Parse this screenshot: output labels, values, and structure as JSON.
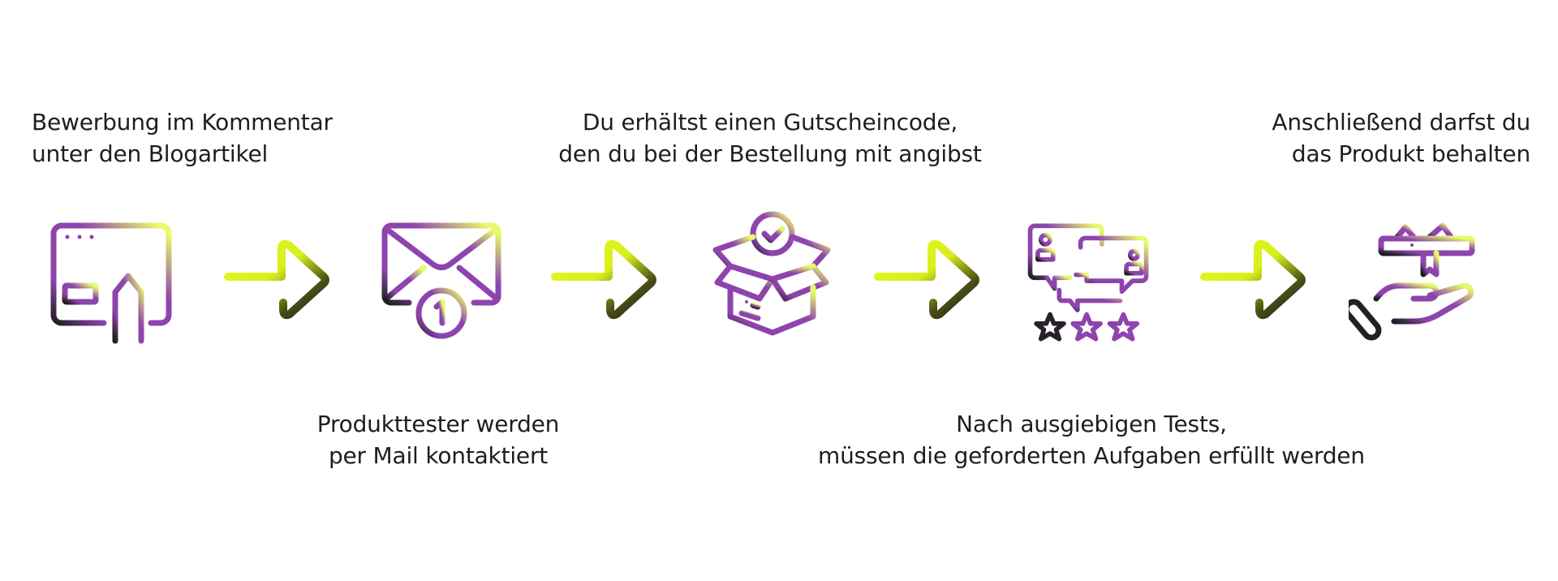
{
  "diagram": {
    "type": "process-flow",
    "steps": [
      {
        "index": 1,
        "icon": "browser-edit-icon",
        "position": "top",
        "lines": [
          "Bewerbung im Kommentar",
          "unter den Blogartikel"
        ]
      },
      {
        "index": 2,
        "icon": "mail-notification-icon",
        "position": "bottom",
        "badge": "1",
        "lines": [
          "Produkttester werden",
          "per Mail kontaktiert"
        ]
      },
      {
        "index": 3,
        "icon": "package-check-icon",
        "position": "top",
        "lines": [
          "Du erhältst einen Gutscheincode,",
          "den du bei der Bestellung mit angibst"
        ]
      },
      {
        "index": 4,
        "icon": "review-chat-stars-icon",
        "position": "bottom",
        "lines": [
          "Nach ausgiebigen Tests,",
          "müssen die geforderten Aufgaben erfüllt werden"
        ]
      },
      {
        "index": 5,
        "icon": "gift-hand-icon",
        "position": "top",
        "lines": [
          "Anschließend darfst du",
          "das Produkt behalten"
        ]
      }
    ],
    "connectors": [
      {
        "from": 1,
        "to": 2,
        "icon": "arrow-right-icon"
      },
      {
        "from": 2,
        "to": 3,
        "icon": "arrow-right-icon"
      },
      {
        "from": 3,
        "to": 4,
        "icon": "arrow-right-icon"
      },
      {
        "from": 4,
        "to": 5,
        "icon": "arrow-right-icon"
      }
    ]
  },
  "colors": {
    "purple": "#8e44ad",
    "lime": "#e5fa2a",
    "dark": "#222222",
    "text": "#1e1e1e",
    "background": "#ffffff"
  }
}
